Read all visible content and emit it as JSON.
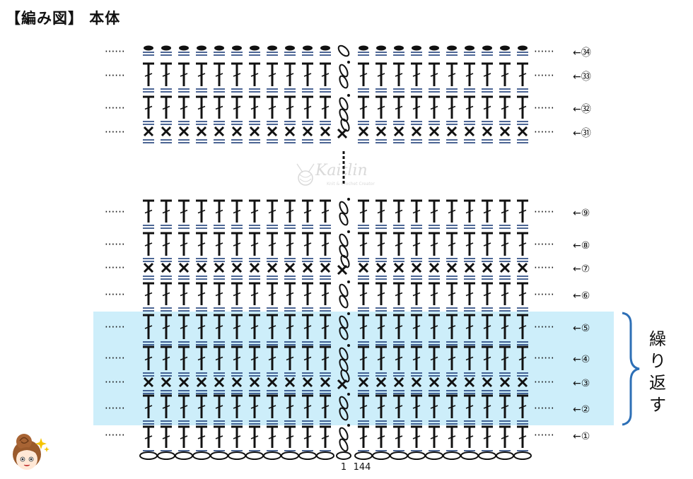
{
  "title": "【編み図】 本体",
  "legend": {
    "repeat_label": "繰り返す",
    "repeat_color": "#cdeefa",
    "bracket_color": "#2d6fb6"
  },
  "watermark": {
    "text": "Kaitlin",
    "sub": "Knit & Crochet Creator"
  },
  "stitch_colors": {
    "stroke": "#111111",
    "bar": "#1f3f7a"
  },
  "rows_top": [
    {
      "label": "←㉞",
      "stitch": "slip"
    },
    {
      "label": "←㉝",
      "stitch": "dc"
    },
    {
      "label": "←㉜",
      "stitch": "dc"
    },
    {
      "label": "←㉛",
      "stitch": "sc"
    }
  ],
  "rows_bottom": [
    {
      "label": "←⑨",
      "stitch": "dc"
    },
    {
      "label": "←⑧",
      "stitch": "dc"
    },
    {
      "label": "←⑦",
      "stitch": "sc"
    },
    {
      "label": "←⑥",
      "stitch": "dc"
    },
    {
      "label": "←⑤",
      "stitch": "dc"
    },
    {
      "label": "←④",
      "stitch": "dc"
    },
    {
      "label": "←③",
      "stitch": "sc"
    },
    {
      "label": "←②",
      "stitch": "dc"
    },
    {
      "label": "←①",
      "stitch": "dc"
    }
  ],
  "start_labels": {
    "first": "1",
    "last": "144"
  },
  "dots_text": "······"
}
